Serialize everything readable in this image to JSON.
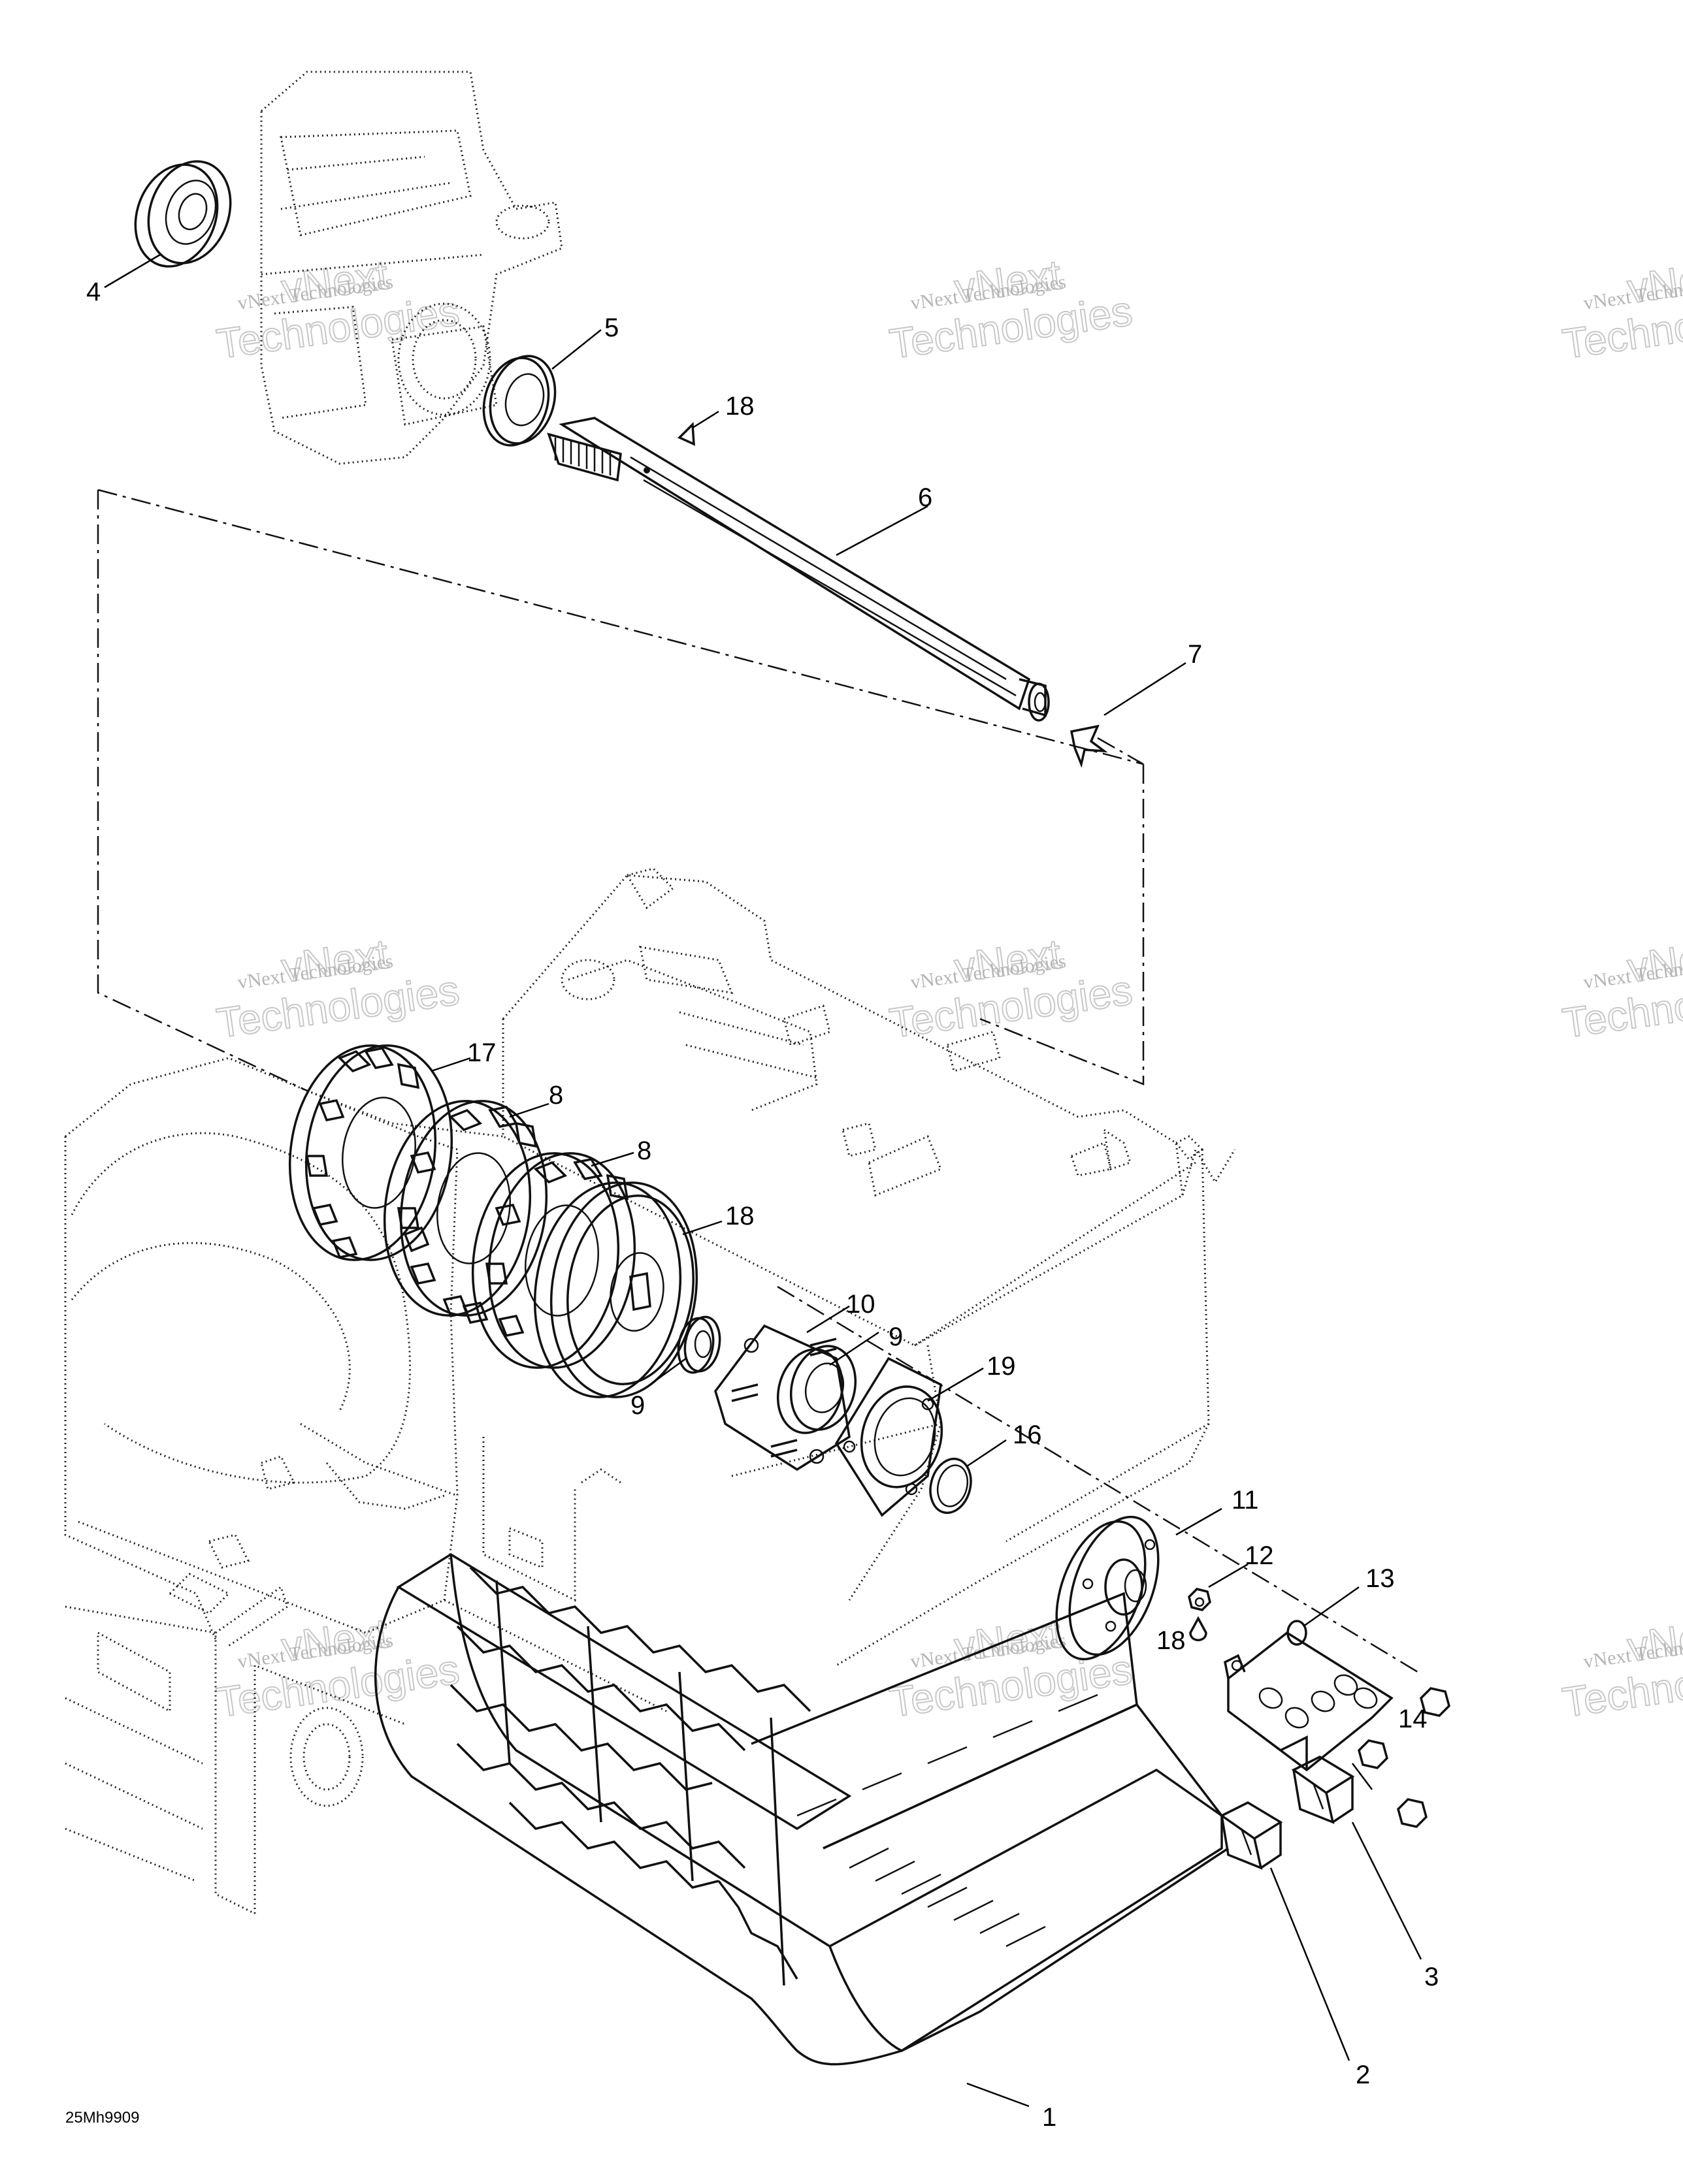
{
  "figure_code": "25Mh9909",
  "watermark": {
    "line1": "vNext",
    "line2": "vNext Technologies",
    "line3": "Technologies"
  },
  "callouts": [
    {
      "id": "c1",
      "label": "1"
    },
    {
      "id": "c2",
      "label": "2"
    },
    {
      "id": "c3",
      "label": "3"
    },
    {
      "id": "c4",
      "label": "4"
    },
    {
      "id": "c5",
      "label": "5"
    },
    {
      "id": "c6",
      "label": "6"
    },
    {
      "id": "c7",
      "label": "7"
    },
    {
      "id": "c8a",
      "label": "8"
    },
    {
      "id": "c8b",
      "label": "8"
    },
    {
      "id": "c9",
      "label": "9"
    },
    {
      "id": "c10",
      "label": "10"
    },
    {
      "id": "c11",
      "label": "11"
    },
    {
      "id": "c12",
      "label": "12"
    },
    {
      "id": "c13",
      "label": "13"
    },
    {
      "id": "c14",
      "label": "14"
    },
    {
      "id": "c15",
      "label": "15"
    },
    {
      "id": "c16a",
      "label": "16"
    },
    {
      "id": "c16b",
      "label": "16"
    },
    {
      "id": "c17",
      "label": "17"
    },
    {
      "id": "c18a",
      "label": "18"
    },
    {
      "id": "c18b",
      "label": "18"
    },
    {
      "id": "c19",
      "label": "19"
    }
  ]
}
